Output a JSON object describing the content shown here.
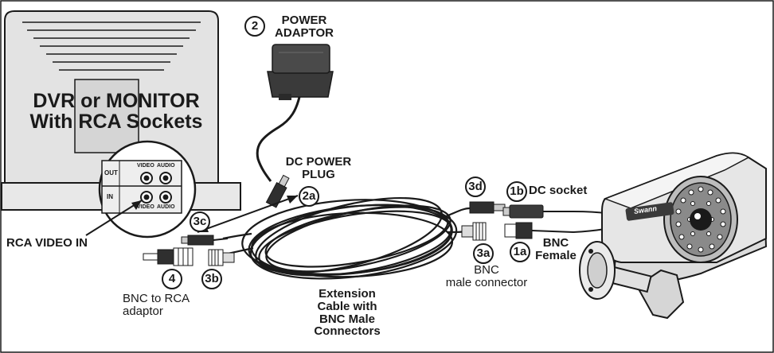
{
  "labels": {
    "dvr_title": "DVR or MONITOR\nWith RCA Sockets",
    "panel_out": "OUT",
    "panel_in": "IN",
    "panel_video_top": "VIDEO",
    "panel_audio_top": "AUDIO",
    "panel_video_bottom": "VIDEO",
    "panel_audio_bottom": "AUDIO",
    "rca_video_in": "RCA VIDEO IN",
    "power_adaptor": "POWER\nADAPTOR",
    "dc_power_plug": "DC POWER\nPLUG",
    "dc_socket": "DC socket",
    "bnc_female": "BNC\nFemale",
    "bnc_male_connector": "BNC\nmale connector",
    "bnc_to_rca": "BNC to RCA\nadaptor",
    "extension_cable": "Extension\nCable with\nBNC Male\nConnectors",
    "camera_brand": "Swann"
  },
  "markers": {
    "m1a": "1a",
    "m1b": "1b",
    "m2": "2",
    "m2a": "2a",
    "m3a": "3a",
    "m3b": "3b",
    "m3c": "3c",
    "m3d": "3d",
    "m4": "4"
  },
  "colors": {
    "line": "#1a1a1a",
    "device_fill": "#d9d9d9",
    "dark_part": "#3a3a3a",
    "background": "#ffffff"
  }
}
